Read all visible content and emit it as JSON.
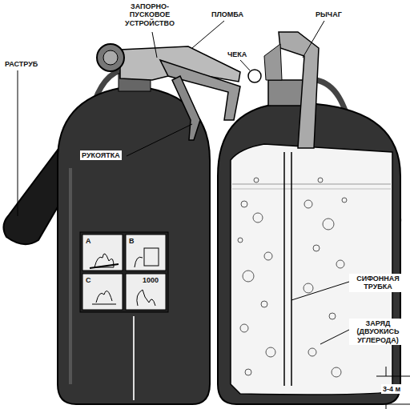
{
  "diagram": {
    "labels": [
      "ЗАПОРНО-ПУСКОВОЕ УСТРОЙСТВО",
      "ПЛОМБА",
      "РЫЧАГ",
      "РАСТРУБ",
      "ЧЕКА",
      "РУКОЯТКА",
      "A",
      "B",
      "C",
      "1000",
      "СИФОННАЯ ТРУБКА",
      "ЗАРЯД (ДВУОКИСЬ УГЛЕРОДА)",
      "3-4 м"
    ]
  }
}
